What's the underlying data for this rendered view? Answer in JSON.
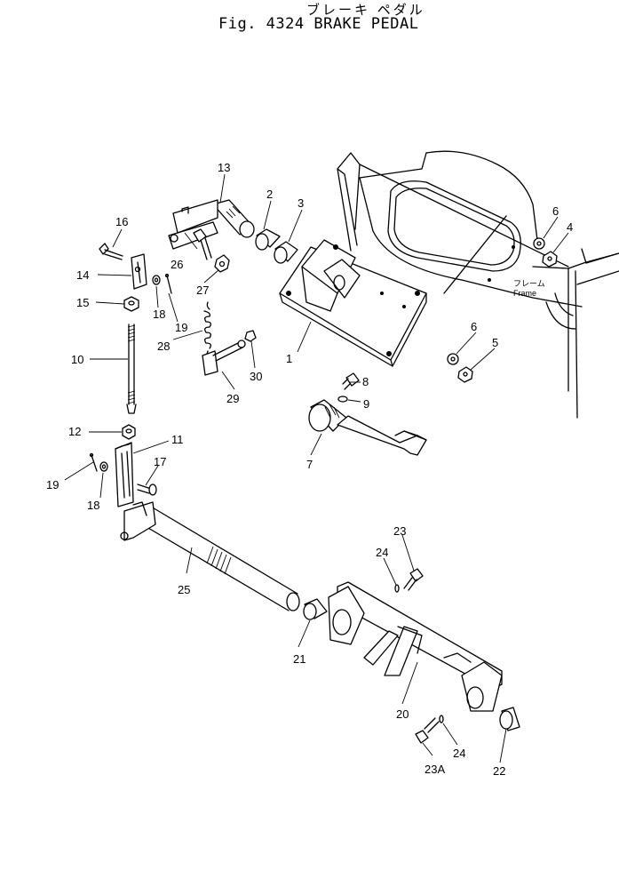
{
  "title": {
    "japanese": "ブレーキ ペダル",
    "english": "Fig. 4324 BRAKE PEDAL"
  },
  "frame_label": {
    "japanese": "フレーム",
    "english": "Frame"
  },
  "callouts": [
    "1",
    "2",
    "3",
    "4",
    "5",
    "6",
    "6",
    "7",
    "8",
    "9",
    "10",
    "11",
    "12",
    "13",
    "14",
    "15",
    "16",
    "17",
    "18",
    "18",
    "19",
    "19",
    "20",
    "21",
    "22",
    "23",
    "23A",
    "24",
    "24",
    "25",
    "26",
    "27",
    "28",
    "29",
    "30"
  ]
}
